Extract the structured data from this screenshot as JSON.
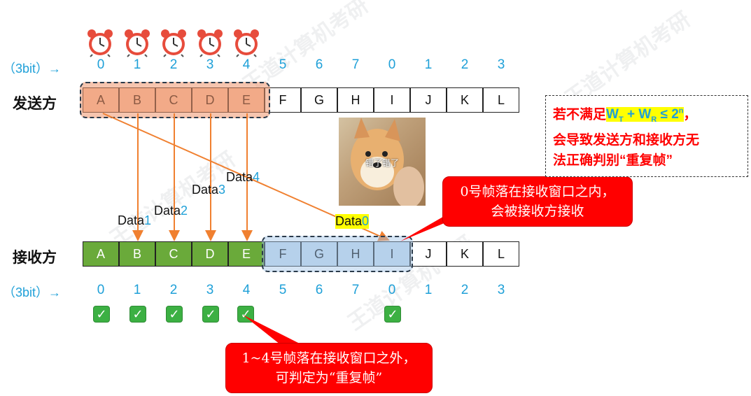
{
  "sender": {
    "title": "发送方",
    "frames": [
      "A",
      "B",
      "C",
      "D",
      "E",
      "F",
      "G",
      "H",
      "I",
      "J",
      "K",
      "L"
    ]
  },
  "receiver": {
    "title": "接收方",
    "frames": [
      "A",
      "B",
      "C",
      "D",
      "E",
      "F",
      "G",
      "H",
      "I",
      "J",
      "K",
      "L"
    ]
  },
  "seq_label": "（3bit）→",
  "seq_numbers": [
    "0",
    "1",
    "2",
    "3",
    "4",
    "5",
    "6",
    "7",
    "0",
    "1",
    "2",
    "3"
  ],
  "data_labels": {
    "d1": {
      "text": "Data",
      "num": "1"
    },
    "d2": {
      "text": "Data",
      "num": "2"
    },
    "d3": {
      "text": "Data",
      "num": "3"
    },
    "d4": {
      "text": "Data",
      "num": "4"
    },
    "d0": {
      "text": "Data",
      "num": "0"
    }
  },
  "doge_caption": "错了错了",
  "callout_top": "0号帧落在接收窗口之内，会被接收方接收",
  "callout_bottom": "1~4号帧落在接收窗口之外，可判定为“重复帧”",
  "note": {
    "prefix": "若不满足",
    "formula": "W",
    "sub_t": "T",
    "plus": " + W",
    "sub_r": "R",
    "le": " ≤ 2",
    "sup_n": "n",
    "suffix": "，",
    "line2": "会导致发送方和接收方无",
    "line3": "法正确判别“重复帧”"
  },
  "watermark": "王道计算机考研",
  "colors": {
    "sent_window": "#f6c4a8",
    "received": "#6aaa3a",
    "recv_window": "#c9dcef",
    "arrow": "#f08030",
    "seq": "#1fa0d8",
    "callout": "#ff0000"
  }
}
